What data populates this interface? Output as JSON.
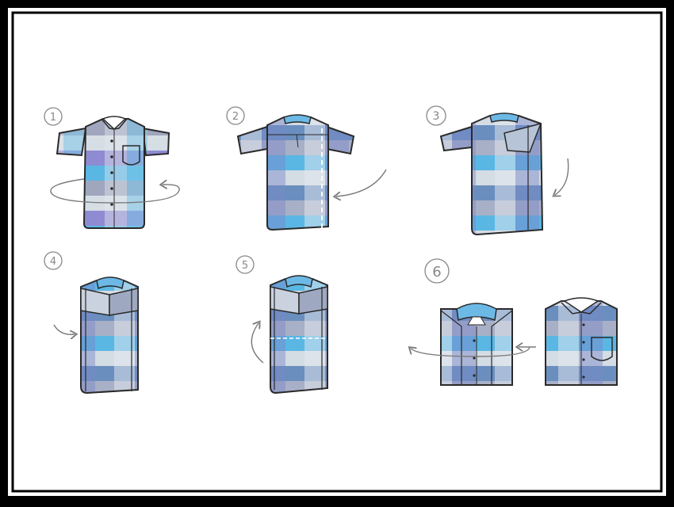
{
  "steps": [
    {
      "number": "1"
    },
    {
      "number": "2"
    },
    {
      "number": "3"
    },
    {
      "number": "4"
    },
    {
      "number": "5"
    },
    {
      "number": "6"
    }
  ],
  "colors": {
    "frame_outer": "#000000",
    "frame_inner": "#ffffff",
    "outline": "#2a2a2a",
    "arrow": "#7a7a7a",
    "plaid_light": "#d3dde3",
    "plaid_grey": "#9aa3b8",
    "plaid_blue": "#52b3e3",
    "plaid_violet": "#8e8ad3",
    "plaid_sky": "#78cde9"
  },
  "icons": [
    "circled-number",
    "curved-arrow",
    "shirt-illustration"
  ]
}
